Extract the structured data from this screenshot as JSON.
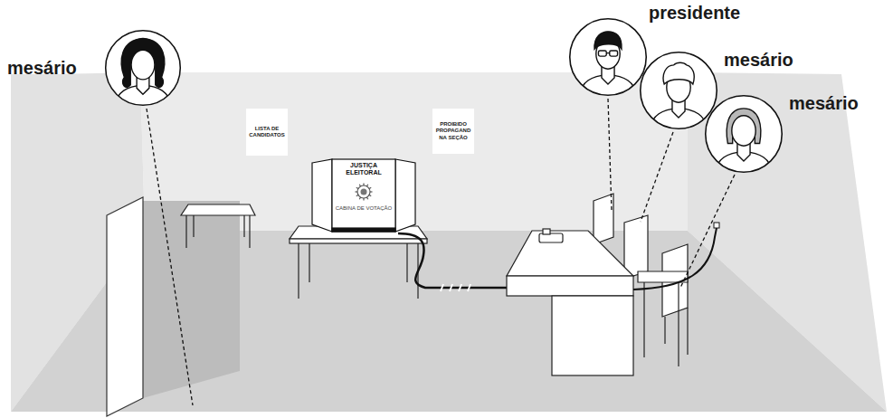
{
  "diagram": {
    "nodes": [
      {
        "text": [
          "mesário"
        ]
      },
      {
        "text": [
          "LISTA DE CANDIDATOS"
        ]
      },
      {
        "text": [
          "JUSTIÇA ELEITORAL",
          "CABINA DE VOTAÇÃO"
        ]
      },
      {
        "text": [
          "PROIBIDO PROPAGAND NA SEÇÃO"
        ]
      },
      {
        "text": [
          "presidente"
        ]
      },
      {
        "text": [
          "mesário"
        ]
      },
      {
        "text": [
          "mesário"
        ]
      }
    ]
  }
}
